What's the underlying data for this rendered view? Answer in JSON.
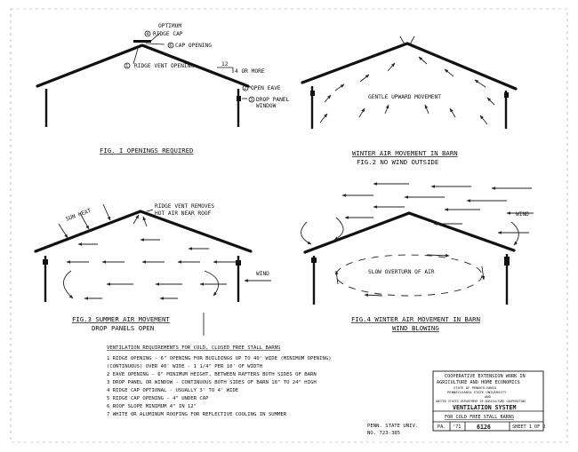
{
  "fig1": {
    "optimum": "OPTIMUM",
    "ridge_cap": "RIDGE CAP",
    "ridge_cap_num": "4",
    "cap_opening": "CAP OPENING",
    "cap_opening_num": "6",
    "ridge_vent_opening": "RIDGE VENT OPENING",
    "ridge_vent_num": "1",
    "slope_run": "12",
    "slope_rise": "4 OR MORE",
    "open_eave": "OPEN EAVE",
    "open_eave_num": "2",
    "drop_panel": "DROP PANEL",
    "drop_panel_window": "WINDOW",
    "drop_panel_num": "3",
    "caption": "FIG. I  OPENINGS REQUIRED"
  },
  "fig2": {
    "label": "GENTLE UPWARD MOVEMENT",
    "caption_line1": "WINTER AIR MOVEMENT IN BARN",
    "caption_line2": "FIG.2  NO WIND OUTSIDE"
  },
  "fig3": {
    "sun_heat": "SUN HEAT",
    "ridge_removes_1": "RIDGE VENT REMOVES",
    "ridge_removes_2": "HOT AIR NEAR ROOF",
    "wind": "WIND",
    "caption_line1": "FIG.3  SUMMER AIR MOVEMENT",
    "caption_line2": "DROP PANELS OPEN"
  },
  "fig4": {
    "wind": "WIND",
    "label": "SLOW OVERTURN OF AIR",
    "caption_line1": "FIG.4  WINTER  AIR  MOVEMENT IN BARN",
    "caption_line2": "WIND BLOWING"
  },
  "legend": {
    "title": "VENTILATION REQUIREMENTS FOR COLD, CLOSED FREE STALL BARNS",
    "items": [
      "1   RIDGE OPENING - 6\" OPENING FOR BUILDINGS UP TO 40' WIDE (MINIMUM OPENING)",
      "     (CONTINUOUS)  OVER 40' WIDE - 1 1/4\" PER 10' OF WIDTH",
      "2   EAVE OPENING - 6\" MINIMUM HEIGHT, BETWEEN RAFTERS BOTH SIDES OF BARN",
      "3   DROP PANEL OR WINDOW - CONTINUOUS BOTH SIDES OF BARN 18\" TO 24\" HIGH",
      "4   RIDGE CAP OPTIONAL - USUALLY 3' TO 4' WIDE",
      "5   RIDGE CAP OPENING - 4\" UNDER CAP",
      "6   ROOF SLOPE MINIMUM 4\" IN 12\"",
      "7   WHITE OR ALUMINUM ROOFING FOR REFLECTIVE COOLING IN SUMMER"
    ]
  },
  "credit": {
    "line1": "PENN. STATE UNIV.",
    "line2": "NO. 723-385"
  },
  "title_block": {
    "line1": "COOPERATIVE EXTENSION WORK IN",
    "line2": "AGRICULTURE AND HOME ECONOMICS",
    "small": [
      "STATE OF PENNSYLVANIA",
      "PENNSYLVANIA STATE UNIVERSITY",
      "AND",
      "UNITED STATES DEPARTMENT OF AGRICULTURE COOPERATING"
    ],
    "title": "VENTILATION SYSTEM",
    "subtitle": "FOR COLD FREE STALL BARNS",
    "state": "PA.",
    "year": "'71",
    "number": "6126",
    "sheet": "SHEET 1 OF 2"
  }
}
